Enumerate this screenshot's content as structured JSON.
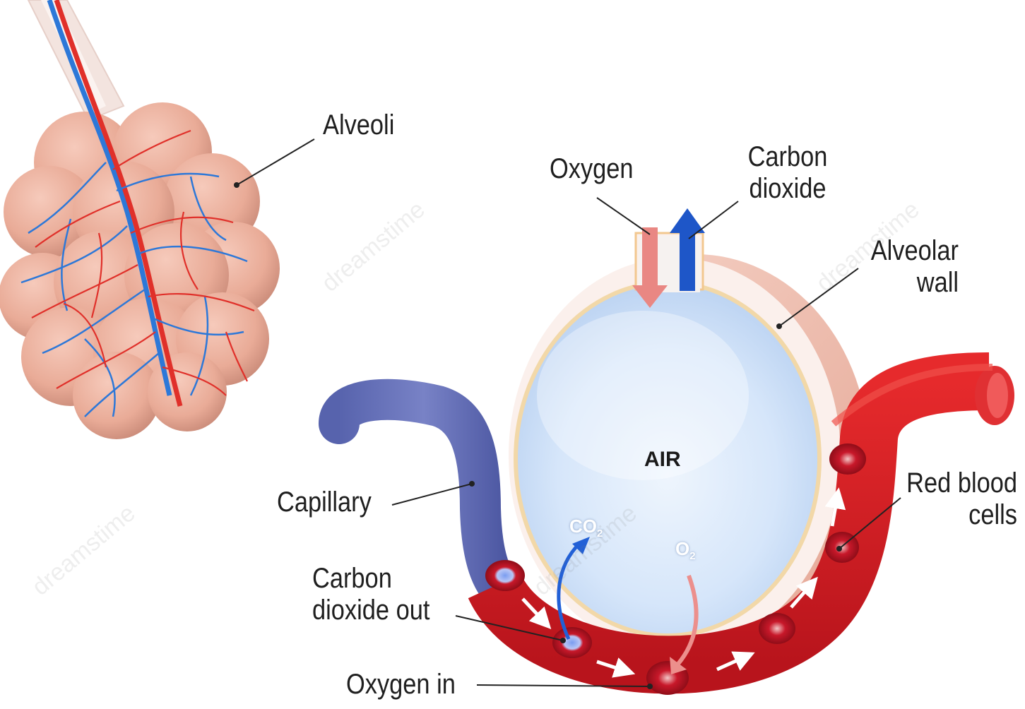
{
  "labels": {
    "alveoli": "Alveoli",
    "oxygen": "Oxygen",
    "carbon_dioxide_line1": "Carbon",
    "carbon_dioxide_line2": "dioxide",
    "alveolar_wall_line1": "Alveolar",
    "alveolar_wall_line2": "wall",
    "air": "AIR",
    "capillary": "Capillary",
    "red_blood_cells_line1": "Red blood",
    "red_blood_cells_line2": "cells",
    "carbon_dioxide_out_line1": "Carbon",
    "carbon_dioxide_out_line2": "dioxide out",
    "oxygen_in": "Oxygen in",
    "co2_symbol": "CO",
    "co2_subscript": "2",
    "o2_symbol": "O",
    "o2_subscript": "2"
  },
  "watermark": "dreamstime",
  "colors": {
    "oxygen_arrow": "#e98783",
    "co2_arrow": "#1e56c8",
    "oxygenated_blood": "#d9202a",
    "deoxygenated_blood": "#6670b8",
    "alveolus_tissue": "#f1b8a7",
    "air_fill": "#c9dcf5",
    "vein_blue": "#2d78d8",
    "artery_red": "#e0302a"
  }
}
